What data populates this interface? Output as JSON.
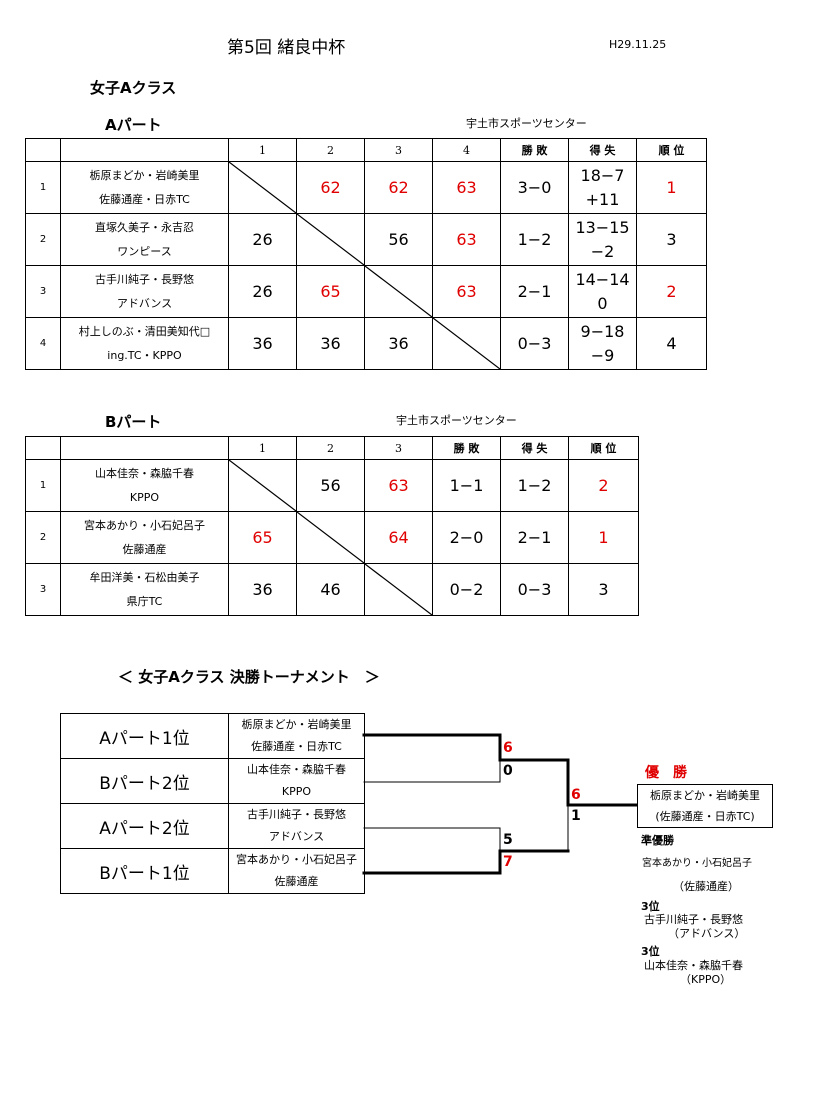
{
  "header": {
    "title": "第5回 緒良中杯",
    "date": "H29.11.25"
  },
  "class_title": "女子Aクラス",
  "part_a": {
    "title": "Aパート",
    "venue": "宇土市スポーツセンター",
    "cols": [
      "1",
      "2",
      "3",
      "4"
    ],
    "col_win": "勝 敗",
    "col_points": "得 失",
    "col_rank": "順 位",
    "rows": [
      {
        "no": "1",
        "p1": "栃原まどか・岩崎美里",
        "p2": "佐藤通産・日赤TC",
        "scores": [
          "",
          "62",
          "62",
          "63"
        ],
        "win": "3−0",
        "gp1": "18−7",
        "gp2": "+11",
        "rank": "1"
      },
      {
        "no": "2",
        "p1": "直塚久美子・永吉忍",
        "p2": "ワンピース",
        "scores": [
          "26",
          "",
          "56",
          "63"
        ],
        "win": "1−2",
        "gp1": "13−15",
        "gp2": "−2",
        "rank": "3"
      },
      {
        "no": "3",
        "p1": "古手川純子・長野悠",
        "p2": "アドバンス",
        "scores": [
          "26",
          "65",
          "",
          "63"
        ],
        "win": "2−1",
        "gp1": "14−14",
        "gp2": "0",
        "rank": "2"
      },
      {
        "no": "4",
        "p1": "村上しのぶ・清田美知代□",
        "p2": "ing.TC・KPPO",
        "scores": [
          "36",
          "36",
          "36",
          ""
        ],
        "win": "0−3",
        "gp1": "9−18",
        "gp2": "−9",
        "rank": "4"
      }
    ]
  },
  "part_b": {
    "title": "Bパート",
    "venue": "宇土市スポーツセンター",
    "cols": [
      "1",
      "2",
      "3"
    ],
    "col_win": "勝 敗",
    "col_points": "得 失",
    "col_rank": "順 位",
    "rows": [
      {
        "no": "1",
        "p1": "山本佳奈・森脇千春",
        "p2": "KPPO",
        "scores": [
          "",
          "56",
          "63"
        ],
        "win": "1−1",
        "gp": "1−2",
        "rank": "2"
      },
      {
        "no": "2",
        "p1": "宮本あかり・小石妃呂子",
        "p2": "佐藤通産",
        "scores": [
          "65",
          "",
          "64"
        ],
        "win": "2−0",
        "gp": "2−1",
        "rank": "1"
      },
      {
        "no": "3",
        "p1": "牟田洋美・石松由美子",
        "p2": "県庁TC",
        "scores": [
          "36",
          "46",
          ""
        ],
        "win": "0−2",
        "gp": "0−3",
        "rank": "3"
      }
    ]
  },
  "tournament": {
    "title": "＜ 女子Aクラス 決勝トーナメント　＞",
    "entries": [
      {
        "label": "Aパート1位",
        "p1": "栃原まどか・岩崎美里",
        "p2": "佐藤通産・日赤TC"
      },
      {
        "label": "Bパート2位",
        "p1": "山本佳奈・森脇千春",
        "p2": "KPPO"
      },
      {
        "label": "Aパート2位",
        "p1": "古手川純子・長野悠",
        "p2": "アドバンス"
      },
      {
        "label": "Bパート1位",
        "p1": "宮本あかり・小石妃呂子",
        "p2": "佐藤通産"
      }
    ],
    "sf1_top": "6",
    "sf1_bottom": "0",
    "sf2_top": "5",
    "sf2_bottom": "7",
    "final_top": "6",
    "final_bottom": "1"
  },
  "results": {
    "champion_label": "優　勝",
    "champion_p1": "栃原まどか・岩崎美里",
    "champion_p2": "(佐藤通産・日赤TC)",
    "runner_label": "準優勝",
    "runner_p1": "宮本あかり・小石妃呂子",
    "runner_p2": "（佐藤通産）",
    "third1_label": "3位",
    "third1_p1": "古手川純子・長野悠",
    "third1_p2": "（アドバンス）",
    "third2_label": "3位",
    "third2_p1": "山本佳奈・森脇千春",
    "third2_p2": "（KPPO）"
  },
  "colors": {
    "win_red": "#e00000",
    "line": "#000000"
  }
}
